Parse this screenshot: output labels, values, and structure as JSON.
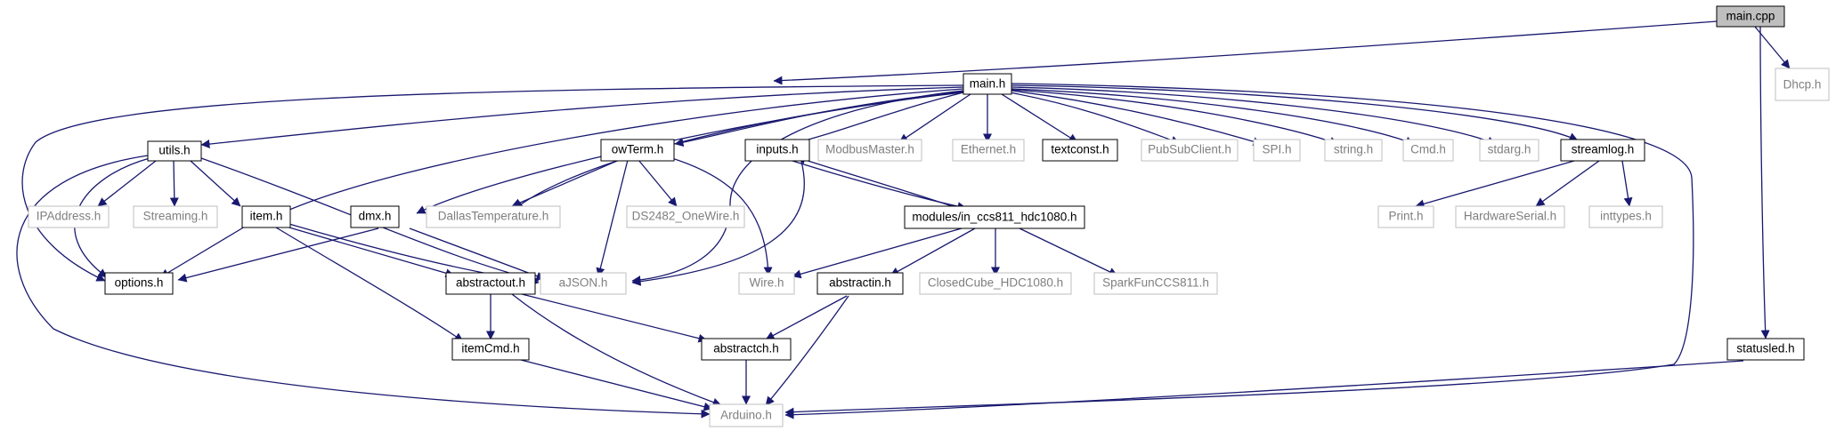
{
  "colors": {
    "edge": "#191970",
    "root_fill": "#bfbfbf",
    "external_border": "#bfbfbf",
    "external_text": "#7f7f7f"
  },
  "nodes": [
    {
      "id": "main_cpp",
      "label": "main.cpp",
      "kind": "root"
    },
    {
      "id": "main_h",
      "label": "main.h",
      "kind": "local"
    },
    {
      "id": "dhcp_h",
      "label": "Dhcp.h",
      "kind": "external"
    },
    {
      "id": "statusled_h",
      "label": "statusled.h",
      "kind": "local"
    },
    {
      "id": "arduino_h",
      "label": "Arduino.h",
      "kind": "external"
    },
    {
      "id": "utils_h",
      "label": "utils.h",
      "kind": "local"
    },
    {
      "id": "owterm_h",
      "label": "owTerm.h",
      "kind": "local"
    },
    {
      "id": "inputs_h",
      "label": "inputs.h",
      "kind": "local"
    },
    {
      "id": "modbusmaster_h",
      "label": "ModbusMaster.h",
      "kind": "external"
    },
    {
      "id": "ethernet_h",
      "label": "Ethernet.h",
      "kind": "external"
    },
    {
      "id": "textconst_h",
      "label": "textconst.h",
      "kind": "local"
    },
    {
      "id": "pubsubclient_h",
      "label": "PubSubClient.h",
      "kind": "external"
    },
    {
      "id": "spi_h",
      "label": "SPI.h",
      "kind": "external"
    },
    {
      "id": "string_h",
      "label": "string.h",
      "kind": "external"
    },
    {
      "id": "cmd_h",
      "label": "Cmd.h",
      "kind": "external"
    },
    {
      "id": "stdarg_h",
      "label": "stdarg.h",
      "kind": "external"
    },
    {
      "id": "streamlog_h",
      "label": "streamlog.h",
      "kind": "local"
    },
    {
      "id": "ipaddress_h",
      "label": "IPAddress.h",
      "kind": "external"
    },
    {
      "id": "streaming_h",
      "label": "Streaming.h",
      "kind": "external"
    },
    {
      "id": "item_h",
      "label": "item.h",
      "kind": "local"
    },
    {
      "id": "dmx_h",
      "label": "dmx.h",
      "kind": "local"
    },
    {
      "id": "dallastemperature_h",
      "label": "DallasTemperature.h",
      "kind": "external"
    },
    {
      "id": "ds2482_h",
      "label": "DS2482_OneWire.h",
      "kind": "external"
    },
    {
      "id": "modules_h",
      "label": "modules/in_ccs811_hdc1080.h",
      "kind": "local"
    },
    {
      "id": "print_h",
      "label": "Print.h",
      "kind": "external"
    },
    {
      "id": "hardwareserial_h",
      "label": "HardwareSerial.h",
      "kind": "external"
    },
    {
      "id": "inttypes_h",
      "label": "inttypes.h",
      "kind": "external"
    },
    {
      "id": "options_h",
      "label": "options.h",
      "kind": "local"
    },
    {
      "id": "ajson_h",
      "label": "aJSON.h",
      "kind": "external"
    },
    {
      "id": "abstractout_h",
      "label": "abstractout.h",
      "kind": "local"
    },
    {
      "id": "wire_h",
      "label": "Wire.h",
      "kind": "external"
    },
    {
      "id": "abstractin_h",
      "label": "abstractin.h",
      "kind": "local"
    },
    {
      "id": "closedcube_h",
      "label": "ClosedCube_HDC1080.h",
      "kind": "external"
    },
    {
      "id": "sparkfun_h",
      "label": "SparkFunCCS811.h",
      "kind": "external"
    },
    {
      "id": "itemcmd_h",
      "label": "itemCmd.h",
      "kind": "local"
    },
    {
      "id": "abstractch_h",
      "label": "abstractch.h",
      "kind": "local"
    }
  ]
}
